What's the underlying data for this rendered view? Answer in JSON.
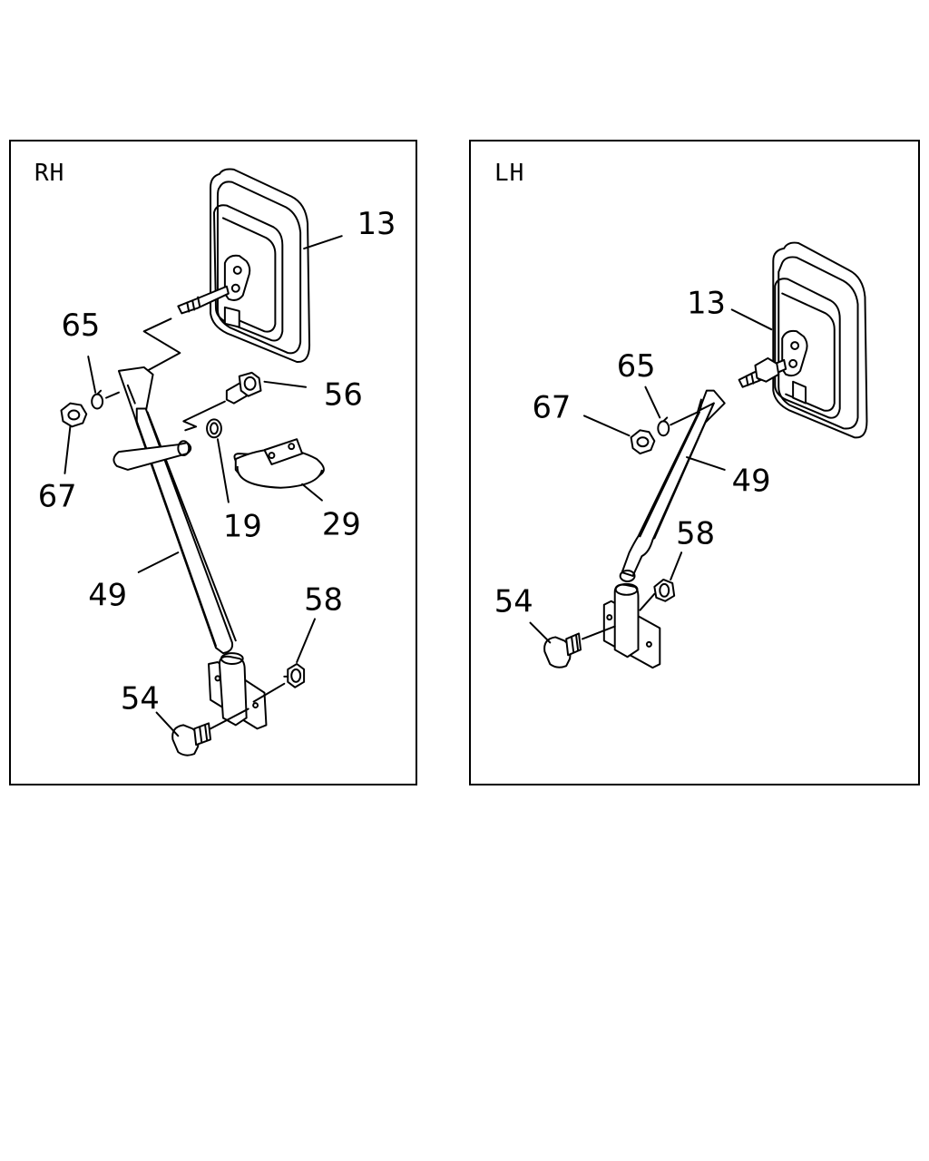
{
  "panels": {
    "rh": {
      "title": "RH",
      "callouts": {
        "c13": "13",
        "c65": "65",
        "c56": "56",
        "c67": "67",
        "c19": "19",
        "c29": "29",
        "c49": "49",
        "c58": "58",
        "c54": "54"
      }
    },
    "lh": {
      "title": "LH",
      "callouts": {
        "c13": "13",
        "c65": "65",
        "c67": "67",
        "c49": "49",
        "c58": "58",
        "c54": "54"
      }
    }
  },
  "colors": {
    "line": "#000000",
    "background": "#ffffff"
  }
}
